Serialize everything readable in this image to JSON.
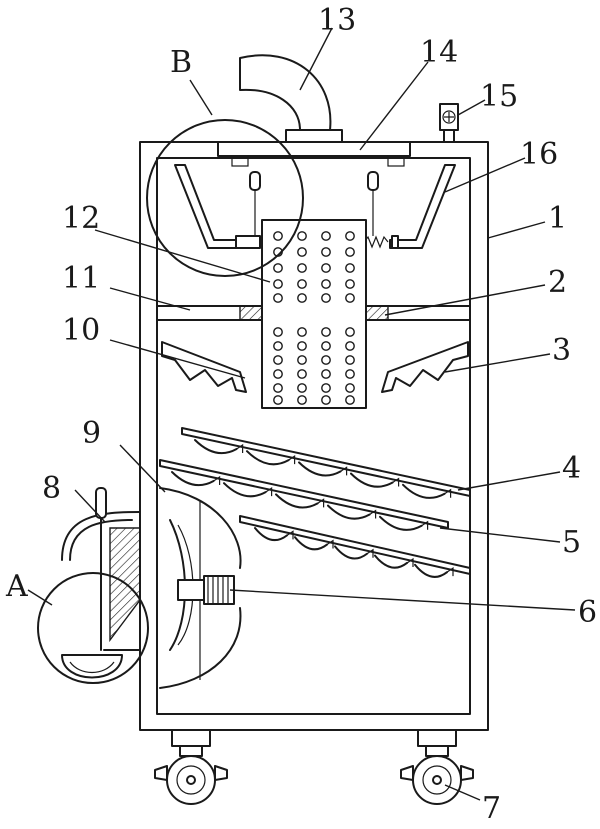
{
  "labels": {
    "l1": "1",
    "l2": "2",
    "l3": "3",
    "l4": "4",
    "l5": "5",
    "l6": "6",
    "l7": "7",
    "l8": "8",
    "l9": "9",
    "l10": "10",
    "l11": "11",
    "l12": "12",
    "l13": "13",
    "l14": "14",
    "l15": "15",
    "l16": "16",
    "lA": "A",
    "lB": "B"
  },
  "colors": {
    "ink": "#1a1a1a",
    "paper": "#ffffff"
  }
}
